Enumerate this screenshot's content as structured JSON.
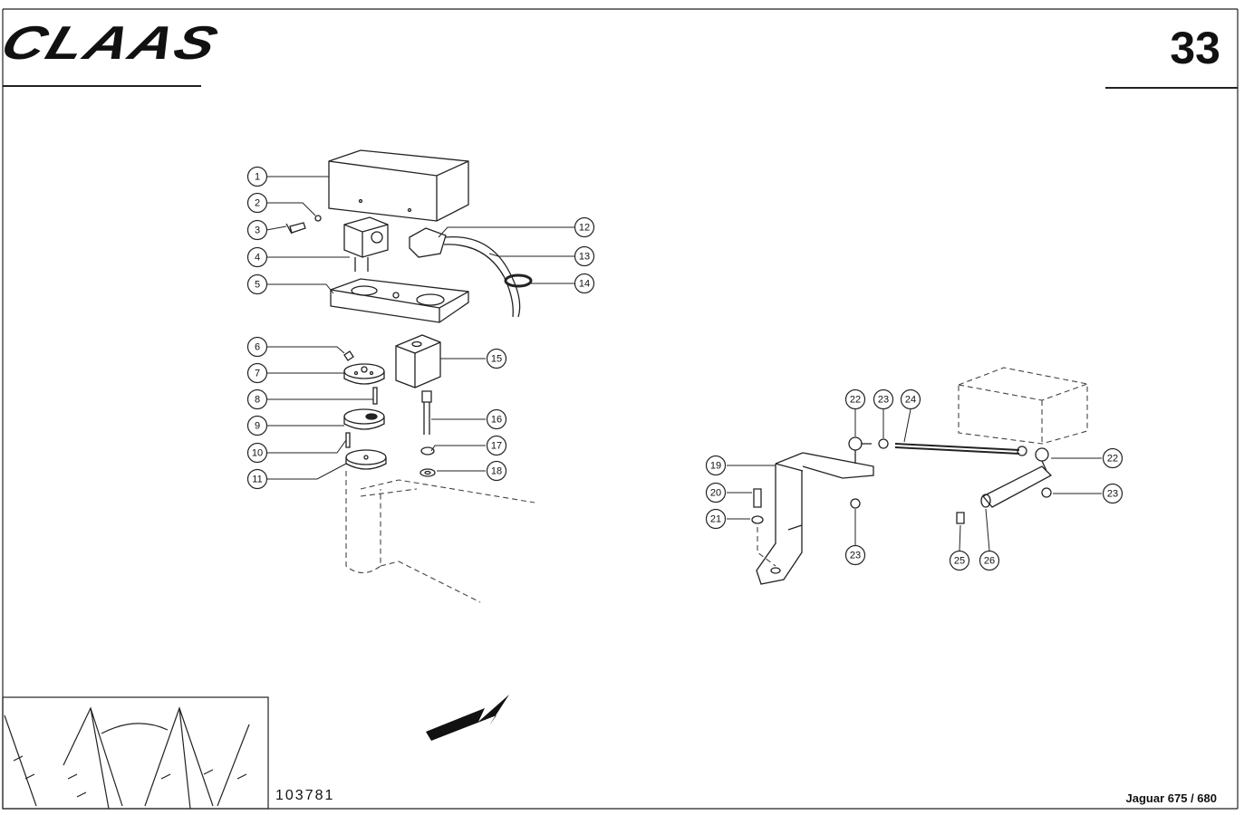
{
  "header": {
    "brand": "CLAAS",
    "page_number": "33"
  },
  "footer": {
    "reference_number": "103781",
    "model": "Jaguar 675 / 680"
  },
  "callouts": [
    "1",
    "2",
    "3",
    "4",
    "5",
    "6",
    "7",
    "8",
    "9",
    "10",
    "11",
    "12",
    "13",
    "14",
    "15",
    "16",
    "17",
    "18",
    "19",
    "20",
    "21",
    "22",
    "23",
    "24",
    "22",
    "23",
    "23",
    "25",
    "26"
  ]
}
